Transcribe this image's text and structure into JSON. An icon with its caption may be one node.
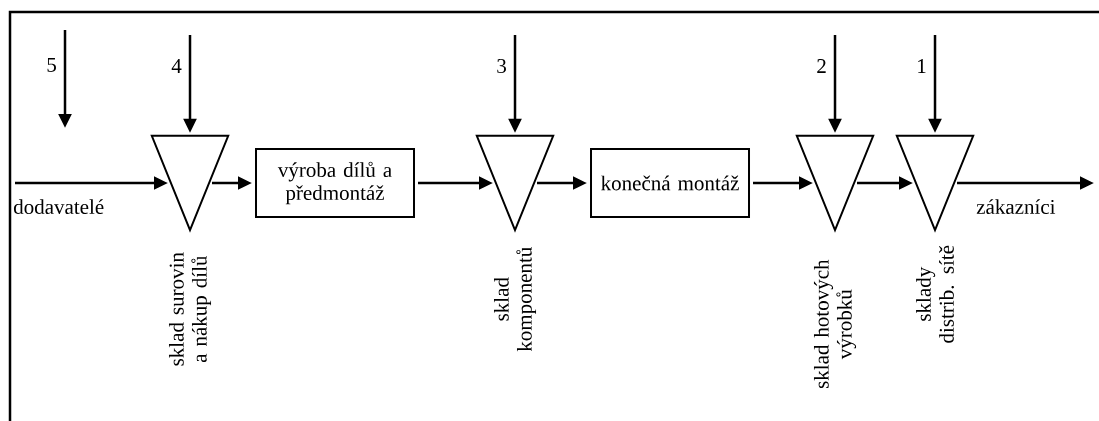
{
  "diagram": {
    "nodes": [
      {
        "text": [],
        "shape": "triangle",
        "beside": [
          "sklad surovin a nákup dílů"
        ]
      },
      {
        "text": [
          "výroba dílů a předmontáž"
        ]
      },
      {
        "text": [],
        "shape": "triangle",
        "beside": [
          "sklad komponentů"
        ]
      },
      {
        "text": [
          "konečná montáž"
        ]
      },
      {
        "text": [],
        "shape": "triangle",
        "beside": [
          "sklad hotových výrobků"
        ]
      },
      {
        "text": [],
        "shape": "triangle",
        "beside": [
          "sklady distrib. sítě"
        ]
      }
    ],
    "edges": [
      {
        "from": null,
        "to": 0,
        "arrow": "to",
        "label": "4"
      },
      {
        "from": null,
        "to": 2,
        "arrow": "to",
        "label": "3"
      },
      {
        "from": null,
        "to": 4,
        "arrow": "to",
        "label": "2"
      },
      {
        "from": null,
        "to": 5,
        "arrow": "to",
        "label": "1"
      },
      {
        "from": null,
        "to": 0,
        "arrow": "to",
        "label": "dodavatelé"
      },
      {
        "from": 0,
        "to": 1,
        "arrow": "to"
      },
      {
        "from": 1,
        "to": 2,
        "arrow": "to"
      },
      {
        "from": 2,
        "to": 3,
        "arrow": "to"
      },
      {
        "from": 3,
        "to": 4,
        "arrow": "to"
      },
      {
        "from": 4,
        "to": 5,
        "arrow": "to"
      },
      {
        "from": 5,
        "to": null,
        "arrow": "to",
        "label": "zákazníci"
      }
    ],
    "labels": [
      "5"
    ]
  }
}
